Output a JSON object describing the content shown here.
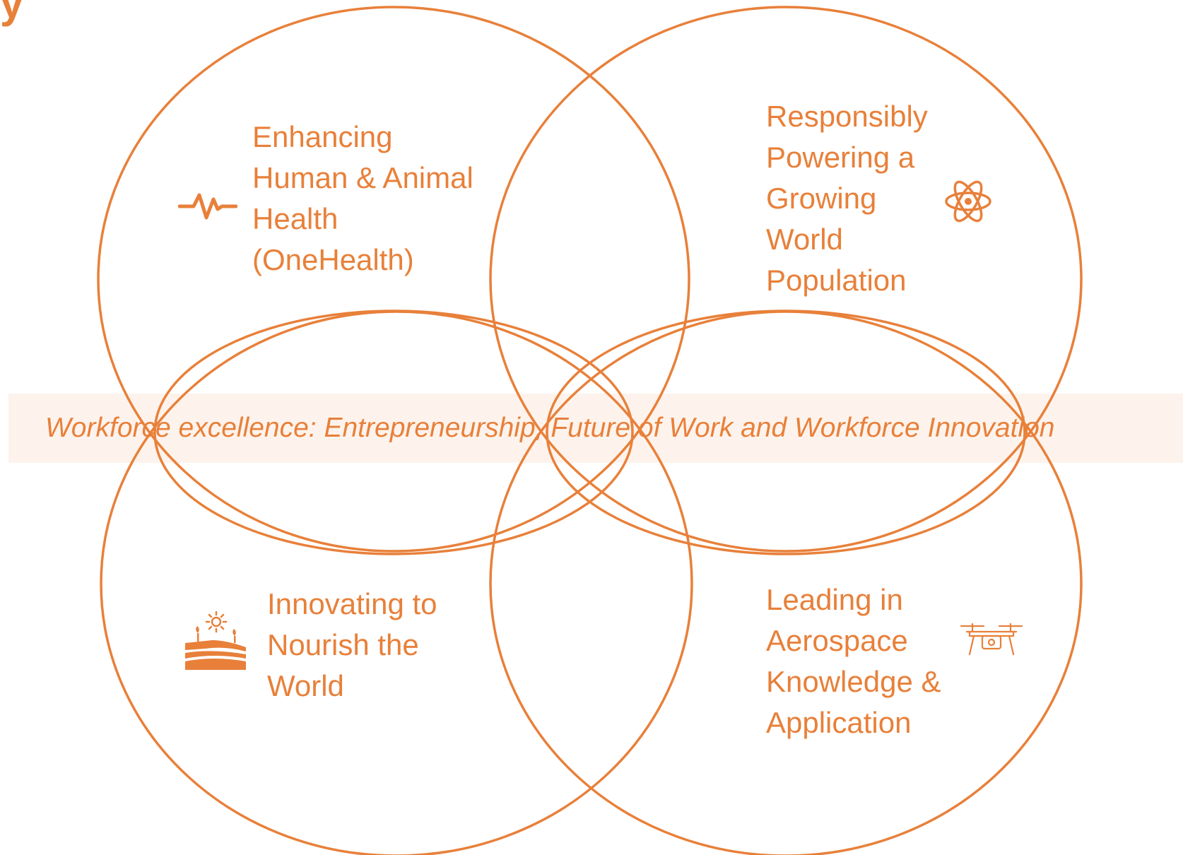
{
  "colors": {
    "accent": "#e8803a",
    "band_background": "#fdf3ec",
    "page_background": "#ffffff"
  },
  "title_fragment": "y",
  "circles": [
    {
      "id": "health",
      "lines": [
        "Enhancing",
        "Human & Animal",
        "Health",
        "(OneHealth)"
      ],
      "icon": "heartbeat-icon"
    },
    {
      "id": "power",
      "lines": [
        "Responsibly",
        "Powering a",
        "Growing",
        "World",
        "Population"
      ],
      "icon": "atom-icon"
    },
    {
      "id": "nourish",
      "lines": [
        "Innovating to",
        "Nourish the",
        "World"
      ],
      "icon": "farm-field-icon"
    },
    {
      "id": "aerospace",
      "lines": [
        "Leading in",
        "Aerospace",
        "Knowledge &",
        "Application"
      ],
      "icon": "drone-icon"
    }
  ],
  "band": {
    "text": "Workforce excellence:  Entrepreneurship, Future of Work and Workforce Innovation"
  }
}
